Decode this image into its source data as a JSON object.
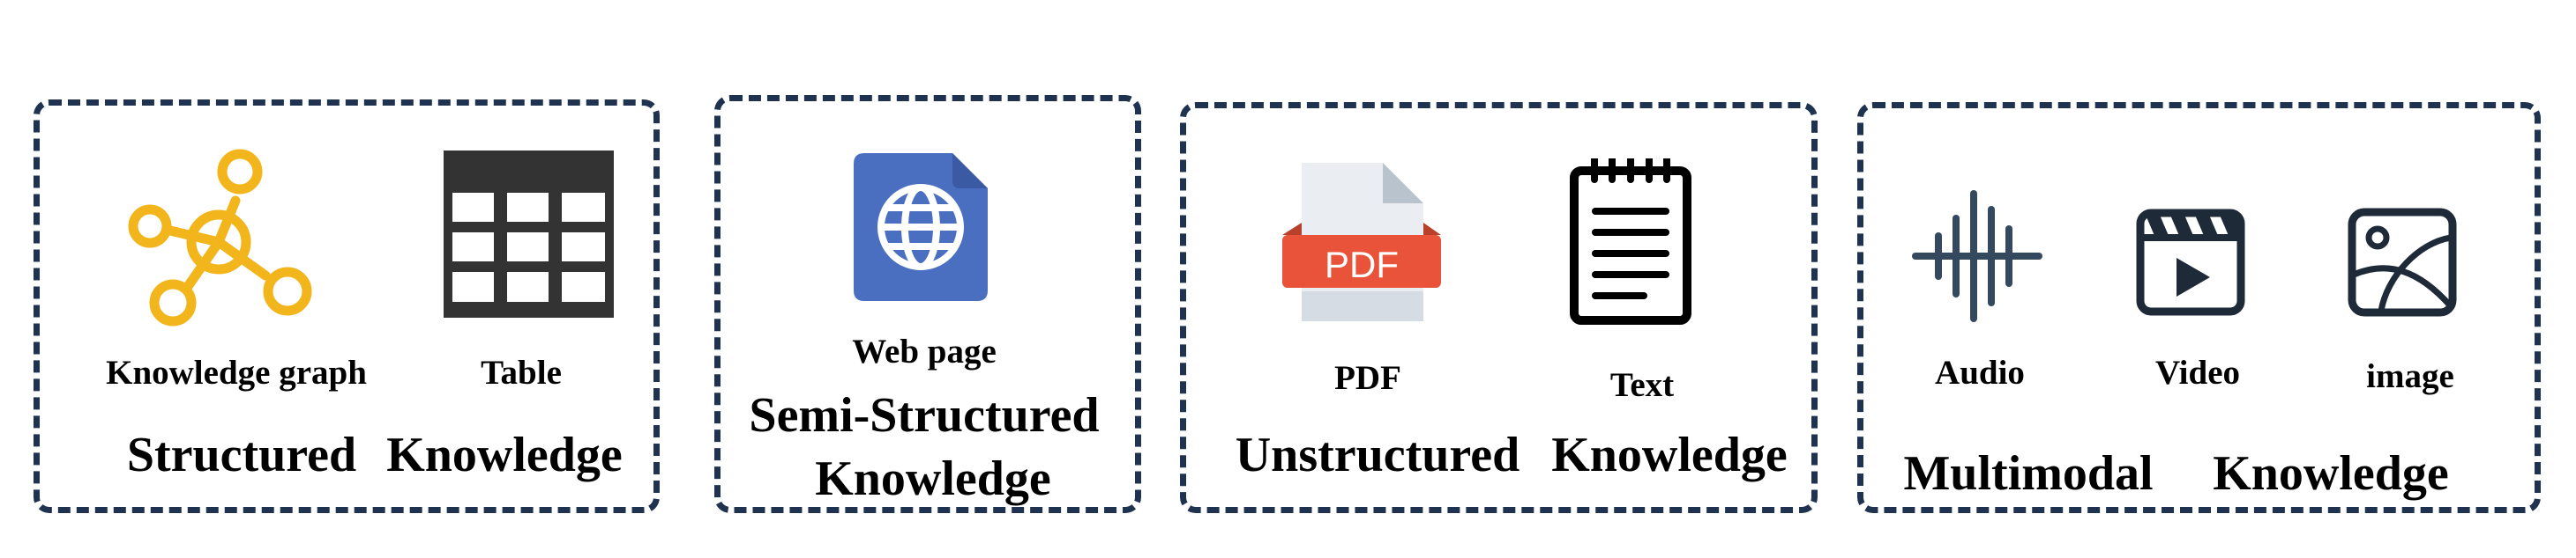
{
  "panels": [
    {
      "items": {
        "knowledge_graph": "Knowledge graph",
        "table": "Table"
      },
      "caption": {
        "word1": "Structured",
        "word2": "Knowledge"
      }
    },
    {
      "items": {
        "web_page": "Web page"
      },
      "caption": {
        "line1": "Semi-Structured",
        "line2": "Knowledge"
      }
    },
    {
      "items": {
        "pdf": "PDF",
        "text": "Text"
      },
      "caption": {
        "word1": "Unstructured",
        "word2": "Knowledge"
      },
      "pdf_badge": "PDF"
    },
    {
      "items": {
        "audio": "Audio",
        "video": "Video",
        "image": "image"
      },
      "caption": {
        "word1": "Multimodal",
        "word2": "Knowledge"
      }
    }
  ],
  "colors": {
    "border": "#1f3350",
    "graph": "#f2b51b",
    "table": "#333333",
    "web_page": "#4a6fc0",
    "pdf_badge": "#e8533a",
    "media": "#34495e"
  },
  "icons": [
    "knowledge-graph-icon",
    "table-icon",
    "web-page-icon",
    "pdf-icon",
    "text-document-icon",
    "audio-icon",
    "video-icon",
    "image-icon"
  ]
}
